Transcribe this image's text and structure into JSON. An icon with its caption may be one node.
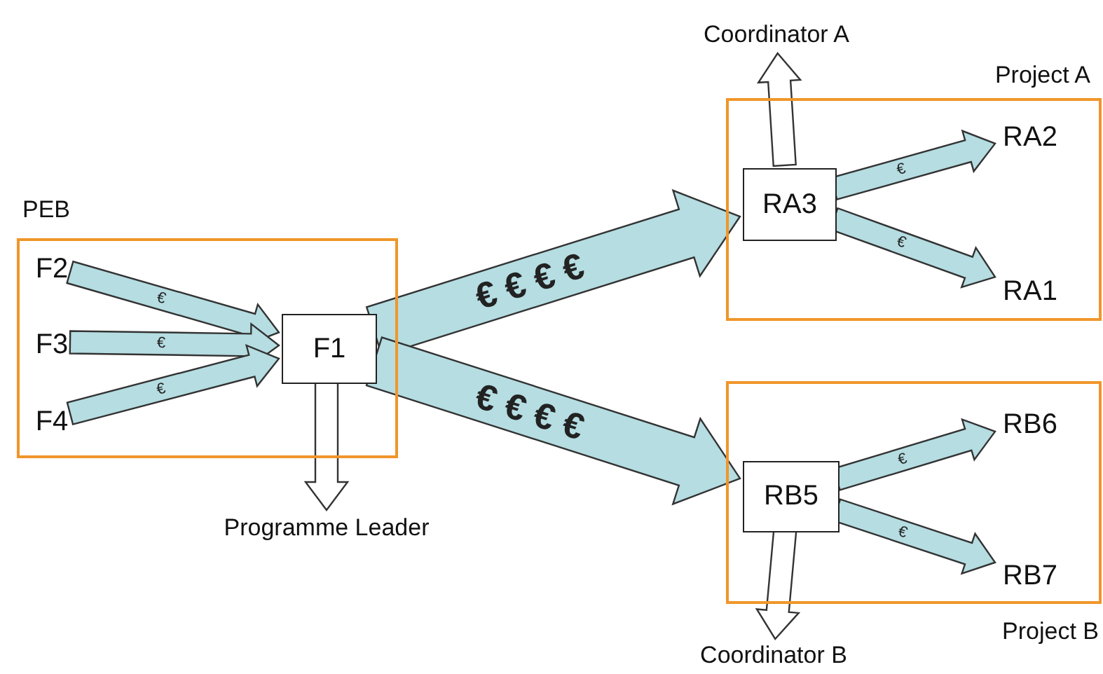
{
  "diagram": {
    "nodes": [
      {
        "text": [
          "PEB"
        ]
      },
      {
        "text": [
          "F2"
        ],
        "in": 0
      },
      {
        "text": [
          "F3"
        ],
        "in": 0
      },
      {
        "text": [
          "F4"
        ],
        "in": 0
      },
      {
        "text": [
          "F1"
        ],
        "in": 0
      },
      {
        "text": [
          "Programme Leader"
        ]
      },
      {
        "text": [
          "Project A"
        ]
      },
      {
        "text": [
          "RA3"
        ],
        "in": 6
      },
      {
        "text": [
          "RA2"
        ],
        "in": 6
      },
      {
        "text": [
          "RA1"
        ],
        "in": 6
      },
      {
        "text": [
          "Coordinator A"
        ]
      },
      {
        "text": [
          "Project B"
        ]
      },
      {
        "text": [
          "RB5"
        ],
        "in": 11
      },
      {
        "text": [
          "RB6"
        ],
        "in": 11
      },
      {
        "text": [
          "RB7"
        ],
        "in": 11
      },
      {
        "text": [
          "Coordinator B"
        ]
      }
    ],
    "edges": [
      {
        "from": 1,
        "to": 4,
        "arrow": "to",
        "label": "€"
      },
      {
        "from": 2,
        "to": 4,
        "arrow": "to",
        "label": "€"
      },
      {
        "from": 3,
        "to": 4,
        "arrow": "to",
        "label": "€"
      },
      {
        "from": 4,
        "to": 5,
        "arrow": "to",
        "color": "#ffffff"
      },
      {
        "from": 4,
        "to": 7,
        "arrow": "to",
        "label": "€ € € €",
        "style": "thick"
      },
      {
        "from": 4,
        "to": 12,
        "arrow": "to",
        "label": "€ € € €",
        "style": "thick"
      },
      {
        "from": 7,
        "to": 10,
        "arrow": "to",
        "color": "#ffffff"
      },
      {
        "from": 7,
        "to": 8,
        "arrow": "to",
        "label": "€"
      },
      {
        "from": 7,
        "to": 9,
        "arrow": "to",
        "label": "€"
      },
      {
        "from": 12,
        "to": 15,
        "arrow": "to",
        "color": "#ffffff"
      },
      {
        "from": 12,
        "to": 13,
        "arrow": "to",
        "label": "€"
      },
      {
        "from": 12,
        "to": 14,
        "arrow": "to",
        "label": "€"
      }
    ]
  }
}
